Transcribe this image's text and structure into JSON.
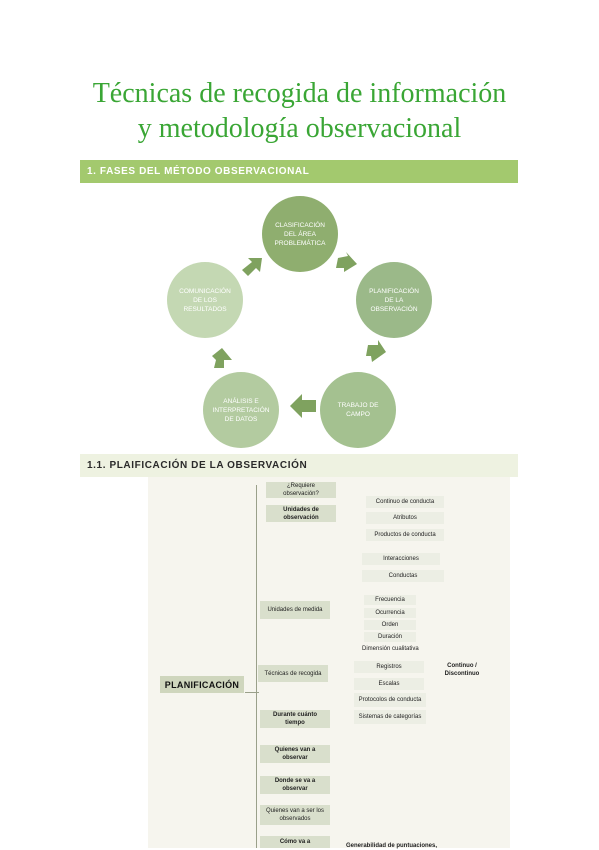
{
  "page_title": {
    "line1": "Técnicas de recogida de información",
    "line2": "y metodología observacional"
  },
  "section1": {
    "heading": "1. FASES DEL MÉTODO OBSERVACIONAL",
    "cycle": [
      {
        "label": "CLASIFICACIÓN DEL ÁREA PROBLEMÁTICA",
        "color": "#8fae6f"
      },
      {
        "label": "PLANIFICACIÓN DE LA OBSERVACIÓN",
        "color": "#9bb989"
      },
      {
        "label": "TRABAJO DE CAMPO",
        "color": "#a4c190"
      },
      {
        "label": "ANÁLISIS E INTERPRETACIÓN DE DATOS",
        "color": "#b3cba0"
      },
      {
        "label": "COMUNICACIÓN DE LOS RESULTADOS",
        "color": "#c4d8b3"
      }
    ],
    "arrow_color": "#7fa25f"
  },
  "section2": {
    "heading": "1.1. PLAIFICACIÓN DE LA OBSERVACIÓN",
    "root": "PLANIFICACIÓN",
    "branches": {
      "que_observar": "¿Requiere observación?",
      "unidades_obs": "Unidades de observación",
      "unidades_medida": "Unidades de medida",
      "tecnicas": "Técnicas de recogida",
      "durante": "Durante cuánto tiempo",
      "quienes_van": "Quienes van a observar",
      "donde": "Donde se va a observar",
      "quienes_obs": "Quienes van a ser los observados",
      "como": "Cómo va a"
    },
    "leaves": {
      "continuo": "Continuo de conducta",
      "atributos": "Atributos",
      "productos": "Productos de conducta",
      "interacciones": "Interacciones",
      "conductas": "Conductas",
      "frecuencia": "Frecuencia",
      "ocurrencia": "Ocurrencia",
      "orden": "Orden",
      "duracion": "Duración",
      "dimension": "Dimensión cualitativa",
      "registros": "Registros",
      "continuo_discontinuo": "Continuo / Discontinuo",
      "escalas": "Escalas",
      "protocolos": "Protocolos de conducta",
      "sistemas": "Sistemas de categorías",
      "generabilidad": "Generabilidad de puntuaciones,"
    }
  }
}
